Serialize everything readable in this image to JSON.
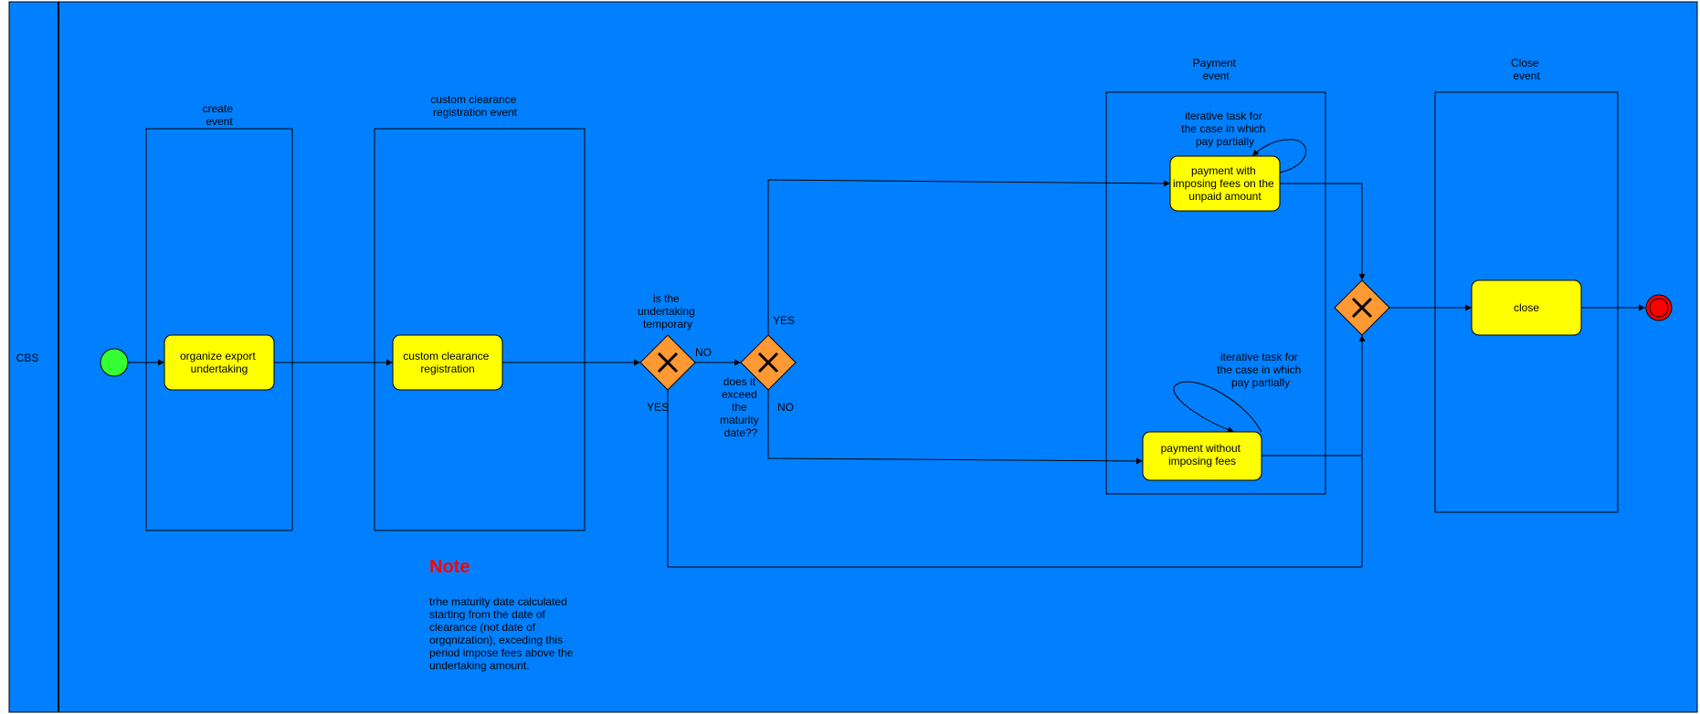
{
  "pool": {
    "lane_label": "CBS",
    "background": "#0080ff"
  },
  "groups": {
    "create": [
      "create",
      "event"
    ],
    "customs": [
      "custom clearance",
      "registration event"
    ],
    "payment": [
      "Payment",
      "event"
    ],
    "close": [
      "Close",
      "event"
    ]
  },
  "tasks": {
    "organize": [
      "organize export",
      "undertaking"
    ],
    "customs": [
      "custom clearance",
      "registration"
    ],
    "payment_fees": [
      "payment with",
      "imposing fees on the",
      "unpaid amount"
    ],
    "payment_no_fees": [
      "payment without",
      "imposing fees"
    ],
    "close": [
      "close"
    ]
  },
  "gateways": {
    "temporary": {
      "question": [
        "is the",
        "undertaking",
        "temporary"
      ],
      "no_label": "NO",
      "yes_label": "YES"
    },
    "maturity": {
      "question": [
        "does it",
        "exceed",
        "the",
        "maturity",
        "date??"
      ],
      "yes_label": "YES",
      "no_label": "NO"
    }
  },
  "loop_notes": {
    "top": [
      "iterative task for",
      "the case in which",
      "pay partially"
    ],
    "bottom": [
      "iterative task for",
      "the case in which",
      "pay partially"
    ]
  },
  "note": {
    "title": "Note",
    "lines": [
      "trhe maturity date calculated",
      "starting from the date of",
      "clearance (not date of",
      "orgqnization), exceding this",
      "period impose fees above the",
      "undertaking amount."
    ]
  },
  "colors": {
    "task_fill": "#ffff00",
    "gateway_fill": "#ff9933",
    "start_fill": "#33ff33",
    "end_fill": "#ff0000",
    "note_title": "#ff0000"
  }
}
